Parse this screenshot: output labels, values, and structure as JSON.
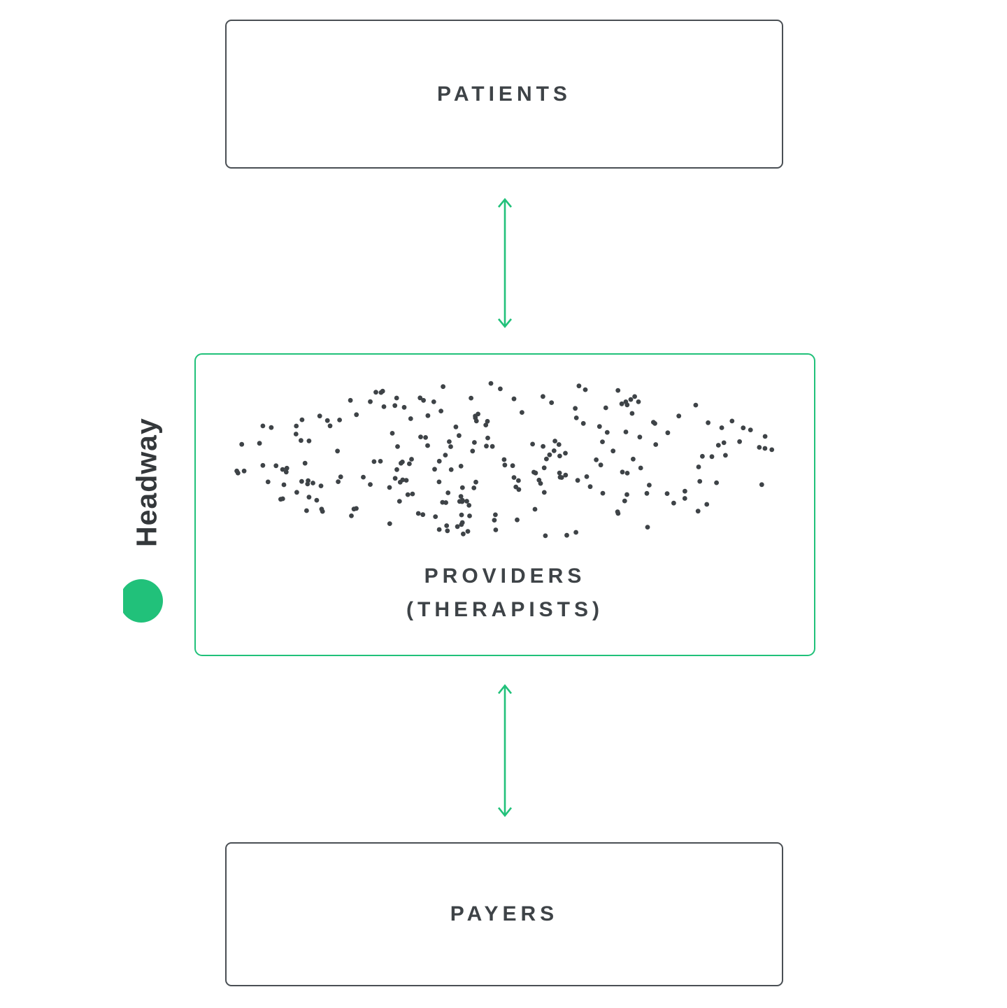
{
  "diagram": {
    "patients_label": "PATIENTS",
    "providers_label_line1": "PROVIDERS",
    "providers_label_line2": "(THERAPISTS)",
    "payers_label": "PAYERS"
  },
  "logo": {
    "wordmark": "Headway"
  },
  "colors": {
    "accent_green": "#21C17A",
    "box_border": "#4A4F54",
    "text": "#3E4347",
    "dot": "#3E4347"
  },
  "dots": {
    "count": 238,
    "seed": 11,
    "radius": 3.4
  }
}
